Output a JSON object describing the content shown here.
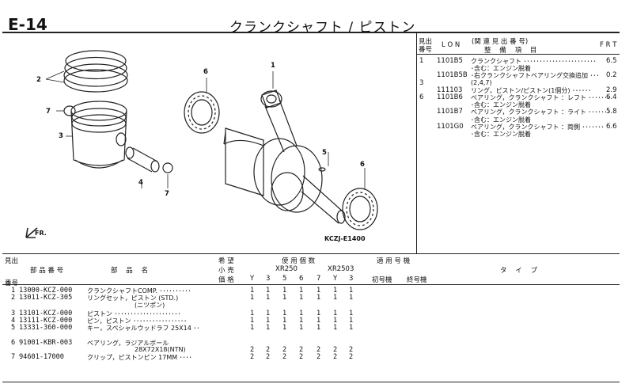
{
  "header": {
    "sheet_code": "E-14",
    "title": "クランクシャフト / ピストン"
  },
  "illustration": {
    "figure_code": "KCZJ-E1400",
    "front_label": "FR.",
    "callouts": [
      "1",
      "2",
      "3",
      "4",
      "5",
      "6",
      "6",
      "7",
      "7"
    ]
  },
  "ref_table": {
    "head_line1": [
      "見出",
      "(関 連 見 出 番 号)",
      "F R T"
    ],
    "head_line2": [
      "番号",
      "L O N",
      "整    備    項    目"
    ],
    "rows": [
      {
        "num": "1",
        "lon": "1101B5",
        "desc": "クランクシャフト ･･･････････････････････",
        "frt": "6.5"
      },
      {
        "num": "",
        "lon": "",
        "desc": "･含む：エンジン脱着",
        "frt": ""
      },
      {
        "num": "",
        "lon": "1101B5B",
        "desc": "･右クランクシャフトベアリング交換追加 ･･･",
        "frt": "0.2"
      },
      {
        "num": "3",
        "lon": "",
        "desc": "(2,4,7)",
        "frt": ""
      },
      {
        "num": "",
        "lon": "111103",
        "desc": "リング，ピストン/ピストン(1個分) ･･････",
        "frt": "2.9"
      },
      {
        "num": "6",
        "lon": "1101B6",
        "desc": "ベアリング，クランクシャフト ：レフト ･･･････",
        "frt": "6.4"
      },
      {
        "num": "",
        "lon": "",
        "desc": "･含む：エンジン脱着",
        "frt": ""
      },
      {
        "num": "",
        "lon": "1101B7",
        "desc": "ベアリング，クランクシャフト ：ライト ･･･････",
        "frt": "5.8"
      },
      {
        "num": "",
        "lon": "",
        "desc": "･含む：エンジン脱着",
        "frt": ""
      },
      {
        "num": "",
        "lon": "1101G0",
        "desc": "ベアリング，クランクシャフト ：両側 ･･･････",
        "frt": "6.6"
      },
      {
        "num": "",
        "lon": "",
        "desc": "･含む：エンジン脱着",
        "frt": ""
      }
    ]
  },
  "parts_table": {
    "head": {
      "col_mi": "見出",
      "col_part_no": "部 品 番 号",
      "col_num": "番号",
      "col_name": "部    品    名",
      "col_kibou": "希 望",
      "col_kouri": "小 売",
      "col_kakaku": "価 格",
      "col_usage": "使 用 個 数",
      "model_a": "XR250",
      "model_b": "XR2503",
      "years": [
        "Y",
        "3",
        "5",
        "6",
        "7",
        "Y",
        "3"
      ],
      "col_apply": "適 用 号 機",
      "col_first": "初号機",
      "col_last": "終号機",
      "col_type": "タ    イ    プ"
    },
    "rows": [
      {
        "num": "1",
        "part_no": "13000-KCZ-000",
        "name": "クランクシャフトCOMP. ･･････････",
        "qty": [
          "1",
          "1",
          "1",
          "1",
          "1",
          "1",
          "1"
        ]
      },
      {
        "num": "2",
        "part_no": "13011-KCZ-305",
        "name": "リングセット，ピストン (STD.)",
        "qty": [
          "1",
          "1",
          "1",
          "1",
          "1",
          "1",
          "1"
        ]
      },
      {
        "num": "",
        "part_no": "",
        "name": "(ニツポン)",
        "qty": [
          "",
          "",
          "",
          "",
          "",
          "",
          ""
        ]
      },
      {
        "num": "3",
        "part_no": "13101-KCZ-000",
        "name": "ピストン ･････････････････････",
        "qty": [
          "1",
          "1",
          "1",
          "1",
          "1",
          "1",
          "1"
        ]
      },
      {
        "num": "4",
        "part_no": "13111-KCZ-000",
        "name": "ピン，ピストン ･････････････････",
        "qty": [
          "1",
          "1",
          "1",
          "1",
          "1",
          "1",
          "1"
        ]
      },
      {
        "num": "5",
        "part_no": "13331-360-000",
        "name": "キー，スペシャルウッドラフ 25X14 ･･",
        "qty": [
          "1",
          "1",
          "1",
          "1",
          "1",
          "1",
          "1"
        ]
      },
      {
        "num": "6",
        "part_no": "91001-KBR-003",
        "name": "ベアリング，ラジアルボール",
        "qty": [
          "",
          "",
          "",
          "",
          "",
          "",
          ""
        ]
      },
      {
        "num": "",
        "part_no": "",
        "name": "28X72X18(NTN)",
        "qty": [
          "2",
          "2",
          "2",
          "2",
          "2",
          "2",
          "2"
        ]
      },
      {
        "num": "7",
        "part_no": "94601-17000",
        "name": "クリップ，ピストンピン 17MM ････",
        "qty": [
          "2",
          "2",
          "2",
          "2",
          "2",
          "2",
          "2"
        ]
      }
    ]
  }
}
